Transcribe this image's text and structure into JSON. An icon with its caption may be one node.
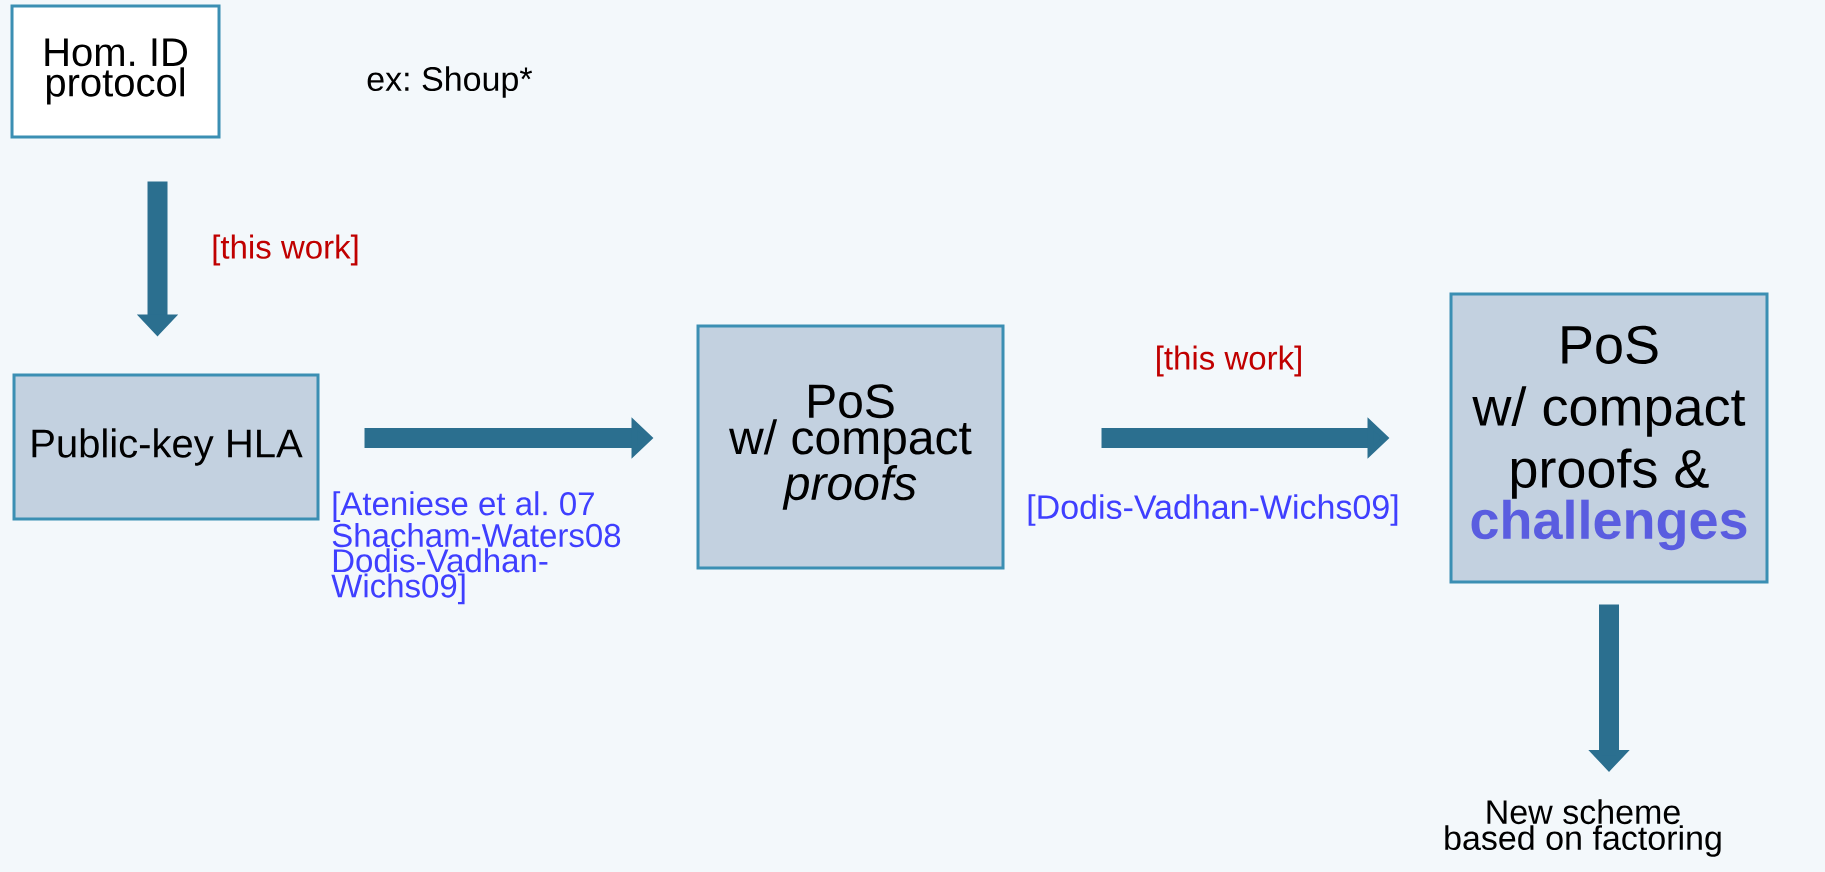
{
  "diagram": {
    "nodes": [
      {
        "text": [
          "Hom. ID protocol"
        ]
      },
      {
        "text": [
          "Public-key HLA"
        ]
      },
      {
        "text": [
          "PoS",
          "w/ compact *proofs*"
        ]
      },
      {
        "text": [
          "PoS",
          "w/ compact proofs &",
          "challenges"
        ]
      },
      {
        "text": [
          "New scheme based on factoring"
        ]
      }
    ],
    "edges": [
      {
        "from": 0,
        "to": 1,
        "arrow": "to",
        "label": "[this work]"
      },
      {
        "from": 1,
        "to": 2,
        "arrow": "to",
        "label": "[Ateniese et al. 07 Shacham-Waters08 Dodis-Vadhan-Wichs09]"
      },
      {
        "from": 2,
        "to": 3,
        "arrow": "to",
        "label": "[this work]"
      },
      {
        "from": 3,
        "to": 4,
        "arrow": "to"
      }
    ],
    "labels": [
      "ex: Shoup*",
      "[Dodis-Vadhan-Wichs09]"
    ]
  }
}
